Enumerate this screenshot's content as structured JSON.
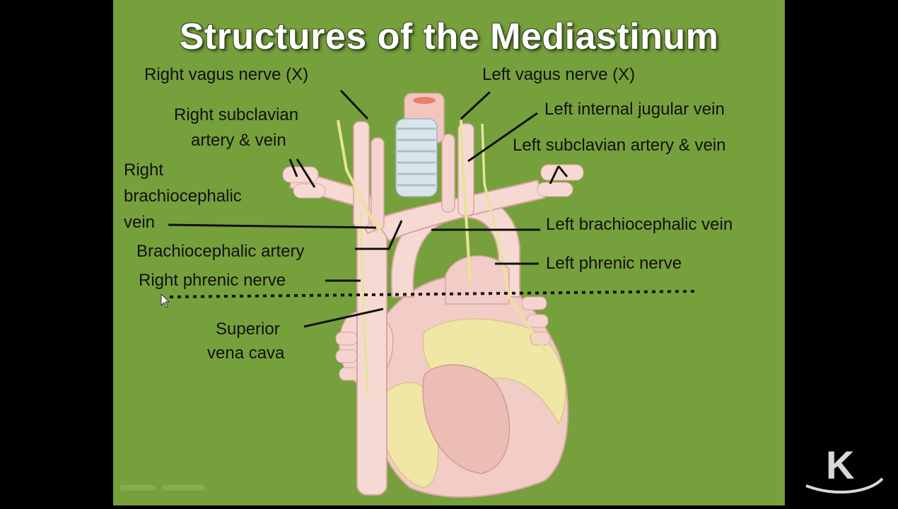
{
  "slide": {
    "title": "Structures of the Mediastinum",
    "background": "#76a03c"
  },
  "labels": {
    "right_vagus": "Right vagus nerve (X)",
    "right_subclavian_1": "Right subclavian",
    "right_subclavian_2": "artery & vein",
    "right_brachio_1": "Right",
    "right_brachio_2": "brachiocephalic",
    "right_brachio_3": "vein",
    "brachio_artery": "Brachiocephalic artery",
    "right_phrenic": "Right phrenic nerve",
    "svc_1": "Superior",
    "svc_2": "vena cava",
    "left_vagus": "Left vagus nerve (X)",
    "left_ij": "Left internal jugular vein",
    "left_subclavian": "Left subclavian artery & vein",
    "left_brachio": "Left brachiocephalic vein",
    "left_phrenic": "Left phrenic nerve"
  },
  "logo": {
    "letter": "K"
  }
}
